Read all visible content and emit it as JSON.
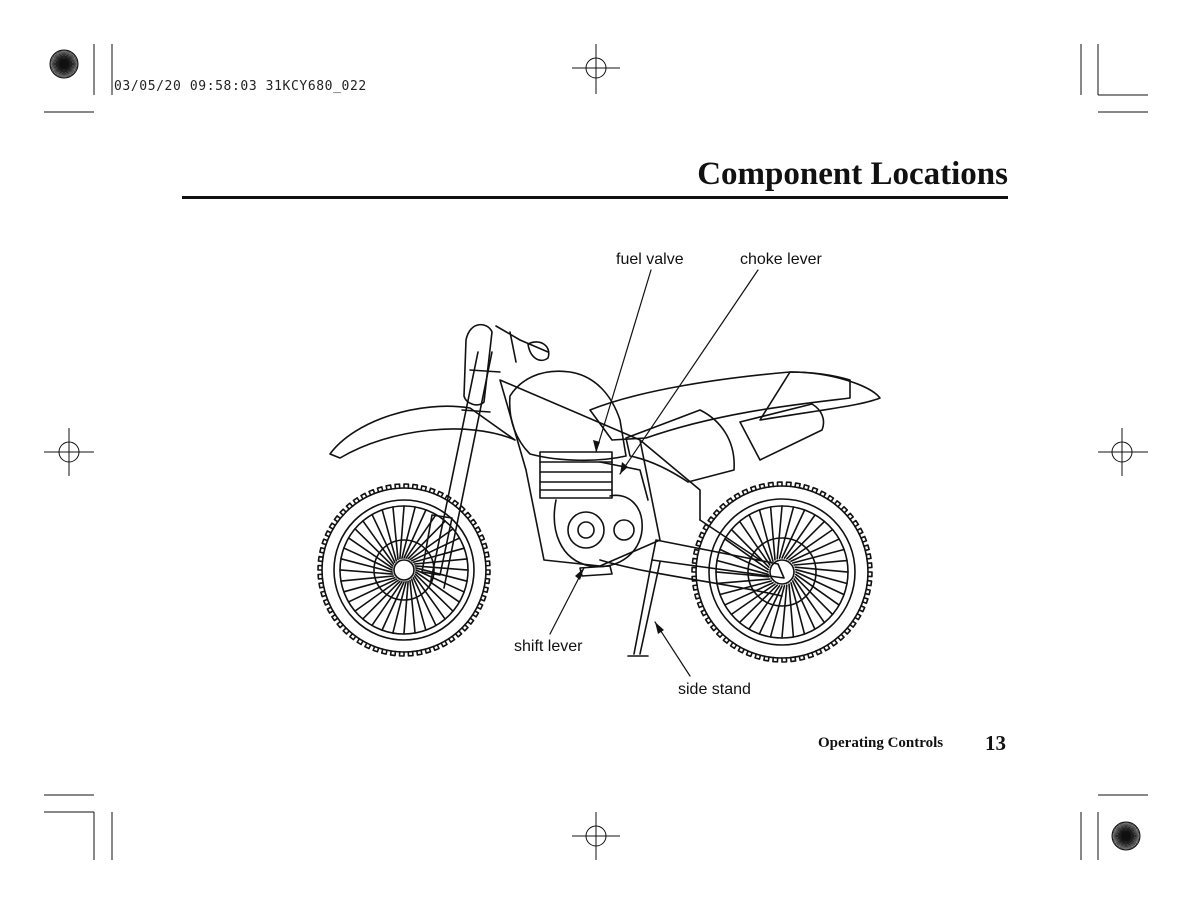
{
  "header": {
    "print_stamp": "03/05/20 09:58:03 31KCY680_022",
    "title": "Component Locations"
  },
  "diagram": {
    "subject": "motorcycle-left-side-view",
    "labels": {
      "fuel_valve": "fuel valve",
      "choke_lever": "choke lever",
      "shift_lever": "shift lever",
      "side_stand": "side stand"
    }
  },
  "footer": {
    "section": "Operating Controls",
    "page_number": "13"
  },
  "colors": {
    "ink": "#111111",
    "paper": "#ffffff"
  }
}
